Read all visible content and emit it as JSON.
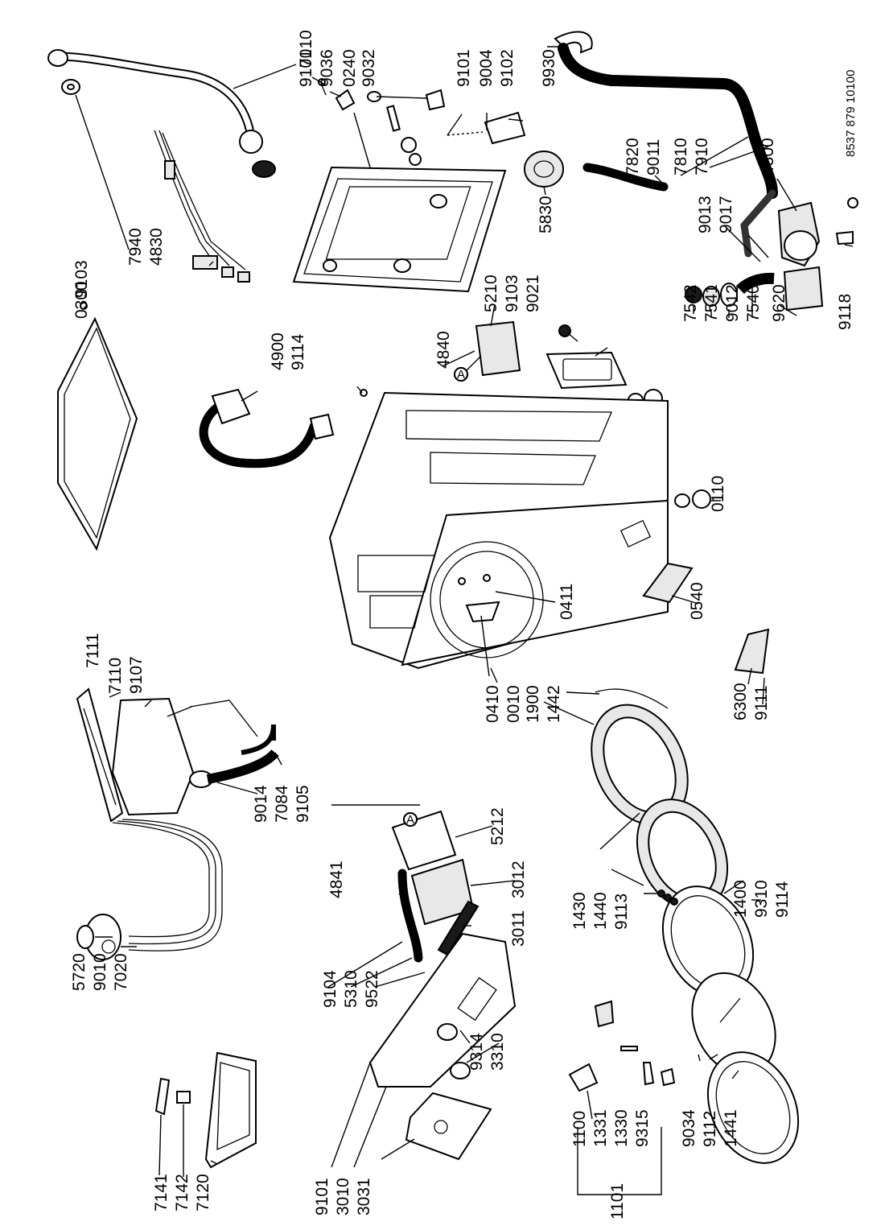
{
  "doc_code": "8537 879 10100",
  "labels": [
    {
      "id": "7010",
      "text": "7010"
    },
    {
      "id": "9101a",
      "text": "9101"
    },
    {
      "id": "9036",
      "text": "9036"
    },
    {
      "id": "0240",
      "text": "0240"
    },
    {
      "id": "9032",
      "text": "9032"
    },
    {
      "id": "9101b",
      "text": "9101"
    },
    {
      "id": "9004",
      "text": "9004"
    },
    {
      "id": "9102",
      "text": "9102"
    },
    {
      "id": "9930",
      "text": "9930"
    },
    {
      "id": "7820",
      "text": "7820"
    },
    {
      "id": "9011",
      "text": "9011"
    },
    {
      "id": "7810",
      "text": "7810"
    },
    {
      "id": "7910",
      "text": "7910"
    },
    {
      "id": "4300",
      "text": "4300"
    },
    {
      "id": "5830",
      "text": "5830"
    },
    {
      "id": "9013",
      "text": "9013"
    },
    {
      "id": "9017",
      "text": "9017"
    },
    {
      "id": "9103a",
      "text": "9103"
    },
    {
      "id": "0300",
      "text": "0300"
    },
    {
      "id": "7940",
      "text": "7940"
    },
    {
      "id": "4830",
      "text": "4830"
    },
    {
      "id": "5210",
      "text": "5210"
    },
    {
      "id": "9103b",
      "text": "9103"
    },
    {
      "id": "9021",
      "text": "9021"
    },
    {
      "id": "4840",
      "text": "4840"
    },
    {
      "id": "7542",
      "text": "7542"
    },
    {
      "id": "7541",
      "text": "7541"
    },
    {
      "id": "9012",
      "text": "9012"
    },
    {
      "id": "7540",
      "text": "7540"
    },
    {
      "id": "9620",
      "text": "9620"
    },
    {
      "id": "9118",
      "text": "9118"
    },
    {
      "id": "4900",
      "text": "4900"
    },
    {
      "id": "9114a",
      "text": "9114"
    },
    {
      "id": "0110",
      "text": "0110"
    },
    {
      "id": "0411",
      "text": "0411"
    },
    {
      "id": "0540",
      "text": "0540"
    },
    {
      "id": "7111",
      "text": "7111"
    },
    {
      "id": "7110",
      "text": "7110"
    },
    {
      "id": "9107",
      "text": "9107"
    },
    {
      "id": "0410",
      "text": "0410"
    },
    {
      "id": "0010",
      "text": "0010"
    },
    {
      "id": "1900",
      "text": "1900"
    },
    {
      "id": "1442",
      "text": "1442"
    },
    {
      "id": "6300",
      "text": "6300"
    },
    {
      "id": "9111",
      "text": "9111"
    },
    {
      "id": "9014",
      "text": "9014"
    },
    {
      "id": "7084",
      "text": "7084"
    },
    {
      "id": "9105",
      "text": "9105"
    },
    {
      "id": "5212",
      "text": "5212"
    },
    {
      "id": "3012",
      "text": "3012"
    },
    {
      "id": "4841",
      "text": "4841"
    },
    {
      "id": "3011",
      "text": "3011"
    },
    {
      "id": "1430",
      "text": "1430"
    },
    {
      "id": "1440",
      "text": "1440"
    },
    {
      "id": "9113",
      "text": "9113"
    },
    {
      "id": "1400",
      "text": "1400"
    },
    {
      "id": "9310",
      "text": "9310"
    },
    {
      "id": "9114b",
      "text": "9114"
    },
    {
      "id": "5720",
      "text": "5720"
    },
    {
      "id": "9010",
      "text": "9010"
    },
    {
      "id": "7020",
      "text": "7020"
    },
    {
      "id": "9104",
      "text": "9104"
    },
    {
      "id": "5310",
      "text": "5310"
    },
    {
      "id": "9522",
      "text": "9522"
    },
    {
      "id": "9314",
      "text": "9314"
    },
    {
      "id": "3310",
      "text": "3310"
    },
    {
      "id": "1100",
      "text": "1100"
    },
    {
      "id": "1331",
      "text": "1331"
    },
    {
      "id": "1330",
      "text": "1330"
    },
    {
      "id": "9315",
      "text": "9315"
    },
    {
      "id": "9034",
      "text": "9034"
    },
    {
      "id": "9112",
      "text": "9112"
    },
    {
      "id": "1441",
      "text": "1441"
    },
    {
      "id": "7141",
      "text": "7141"
    },
    {
      "id": "7142",
      "text": "7142"
    },
    {
      "id": "7120",
      "text": "7120"
    },
    {
      "id": "9101c",
      "text": "9101"
    },
    {
      "id": "3010",
      "text": "3010"
    },
    {
      "id": "3031",
      "text": "3031"
    },
    {
      "id": "1101",
      "text": "1101"
    }
  ],
  "connector_marks": [
    "A",
    "A"
  ]
}
